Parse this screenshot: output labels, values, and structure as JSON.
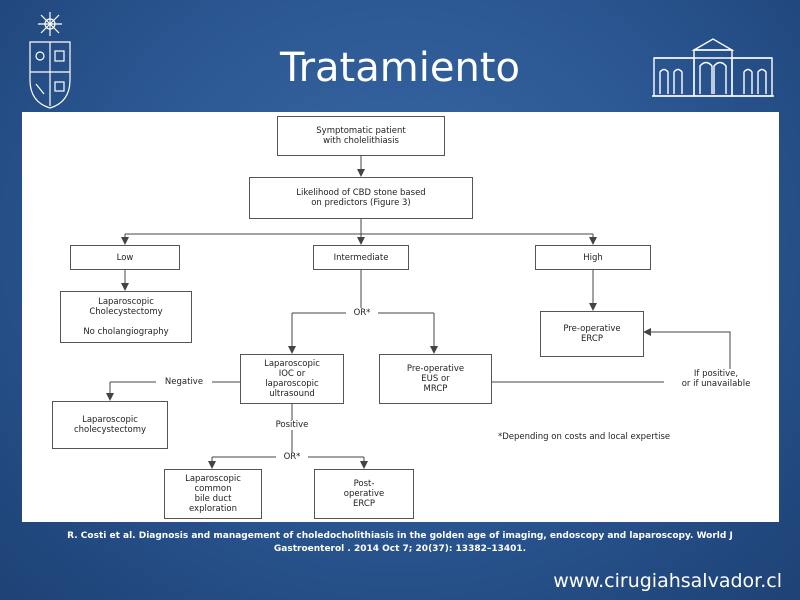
{
  "slide": {
    "title": "Tratamiento",
    "citation": "R. Costi et al. Diagnosis and management of choledocholithiasis in the golden age of imaging, endoscopy and laparoscopy. World J Gastroenterol . 2014 Oct 7; 20(37): 13382–13401.",
    "website": "www.cirugiahsalvador.cl"
  },
  "flowchart": {
    "nodes": {
      "start": "Symptomatic patient\nwith cholelithiasis",
      "likelihood": "Likelihood of CBD stone based\non predictors (Figure 3)",
      "low": "Low",
      "intermediate": "Intermediate",
      "high": "High",
      "lap_chole_no_cholangio": "Laparoscopic\nCholecystectomy\n\nNo cholangiography",
      "preop_ercp": "Pre-operative\nERCP",
      "lap_ioc": "Laparoscopic\nIOC or\nlaparoscopic\nultrasound",
      "preop_eus": "Pre-operative\nEUS or\nMRCP",
      "lap_chole": "Laparoscopic\ncholecystectomy",
      "lap_cbd": "Laparoscopic\ncommon\nbile duct\nexploration",
      "postop_ercp": "Post-\noperative\nERCP"
    },
    "labels": {
      "or_top": "OR*",
      "negative": "Negative",
      "positive": "Positive",
      "or_bottom": "OR*",
      "if_positive": "If positive,\nor if unavailable",
      "footnote": "*Depending on costs and local expertise"
    }
  }
}
